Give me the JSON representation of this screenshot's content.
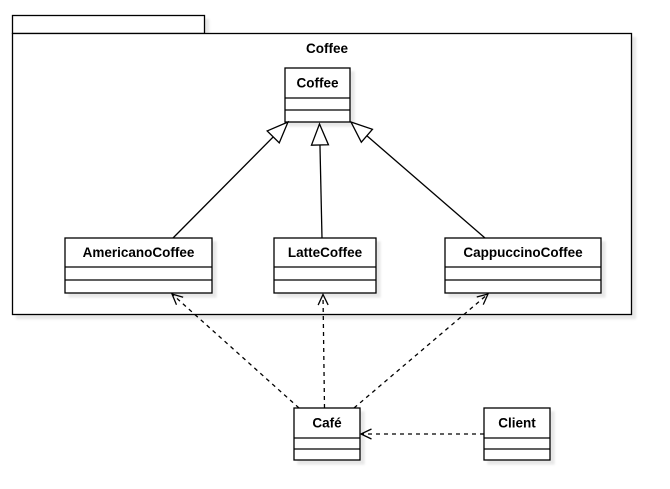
{
  "diagram": {
    "type": "uml-class-diagram",
    "package": {
      "label": "Coffee"
    },
    "classes": {
      "coffee": {
        "name": "Coffee"
      },
      "americano": {
        "name": "AmericanoCoffee"
      },
      "latte": {
        "name": "LatteCoffee"
      },
      "cappuccino": {
        "name": "CappuccinoCoffee"
      },
      "cafe": {
        "name": "Café"
      },
      "client": {
        "name": "Client"
      }
    },
    "relationships": [
      {
        "from": "AmericanoCoffee",
        "to": "Coffee",
        "type": "generalization",
        "line": "solid",
        "arrowhead": "hollow-triangle"
      },
      {
        "from": "LatteCoffee",
        "to": "Coffee",
        "type": "generalization",
        "line": "solid",
        "arrowhead": "hollow-triangle"
      },
      {
        "from": "CappuccinoCoffee",
        "to": "Coffee",
        "type": "generalization",
        "line": "solid",
        "arrowhead": "hollow-triangle"
      },
      {
        "from": "Café",
        "to": "AmericanoCoffee",
        "type": "dependency",
        "line": "dashed",
        "arrowhead": "open"
      },
      {
        "from": "Café",
        "to": "LatteCoffee",
        "type": "dependency",
        "line": "dashed",
        "arrowhead": "open"
      },
      {
        "from": "Café",
        "to": "CappuccinoCoffee",
        "type": "dependency",
        "line": "dashed",
        "arrowhead": "open"
      },
      {
        "from": "Client",
        "to": "Café",
        "type": "dependency",
        "line": "dashed",
        "arrowhead": "open"
      }
    ],
    "colors": {
      "stroke": "#000000",
      "fill": "#ffffff",
      "background": "#ffffff",
      "shadow": "#f0f0f0"
    }
  }
}
